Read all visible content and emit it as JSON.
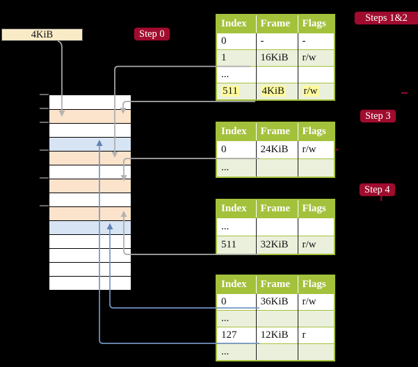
{
  "colors": {
    "accent_red": "#A00C2E",
    "header_green": "#A4C13C",
    "row_green": "#EBF0DC",
    "memory_orange": "#FCE3CB",
    "memory_blue": "#D7E4F3",
    "cream_box": "#FAEBC7",
    "highlight_yellow": "#FFFA9E",
    "gray_arrow": "#ABABAB",
    "blue_arrow": "#7495C5"
  },
  "page_size_box": {
    "label": "4KiB"
  },
  "step_labels": {
    "step0": "Step 0",
    "steps12": "Steps 1&2",
    "step3": "Step 3",
    "step4": "Step 4"
  },
  "memory": {
    "rows": [
      "white",
      "orange",
      "white",
      "blue",
      "orange",
      "white",
      "orange",
      "white",
      "orange",
      "blue",
      "white",
      "white",
      "white",
      "white"
    ]
  },
  "tables": [
    {
      "name": "page-table-level-4",
      "headers": [
        "Index",
        "Frame",
        "Flags"
      ],
      "rows": [
        {
          "cells": [
            "0",
            "-",
            "-"
          ],
          "shade": false,
          "highlight": false
        },
        {
          "cells": [
            "1",
            "16KiB",
            "r/w"
          ],
          "shade": true,
          "highlight": false
        },
        {
          "cells": [
            "...",
            "",
            ""
          ],
          "shade": false,
          "highlight": false
        },
        {
          "cells": [
            "511",
            "4KiB",
            "r/w"
          ],
          "shade": true,
          "highlight": true
        }
      ]
    },
    {
      "name": "page-table-step-3",
      "headers": [
        "Index",
        "Frame",
        "Flags"
      ],
      "rows": [
        {
          "cells": [
            "0",
            "24KiB",
            "r/w"
          ],
          "shade": false,
          "highlight": false
        },
        {
          "cells": [
            "...",
            "",
            ""
          ],
          "shade": true,
          "highlight": false
        }
      ]
    },
    {
      "name": "page-table-step-4",
      "headers": [
        "Index",
        "Frame",
        "Flags"
      ],
      "rows": [
        {
          "cells": [
            "...",
            "",
            ""
          ],
          "shade": false,
          "highlight": false
        },
        {
          "cells": [
            "511",
            "32KiB",
            "r/w"
          ],
          "shade": true,
          "highlight": false
        }
      ]
    },
    {
      "name": "page-table-level-1",
      "headers": [
        "Index",
        "Frame",
        "Flags"
      ],
      "rows": [
        {
          "cells": [
            "0",
            "36KiB",
            "r/w"
          ],
          "shade": false,
          "highlight": false
        },
        {
          "cells": [
            "...",
            "",
            ""
          ],
          "shade": true,
          "highlight": false
        },
        {
          "cells": [
            "127",
            "12KiB",
            "r"
          ],
          "shade": false,
          "highlight": false
        },
        {
          "cells": [
            "...",
            "",
            ""
          ],
          "shade": true,
          "highlight": false
        }
      ]
    }
  ]
}
